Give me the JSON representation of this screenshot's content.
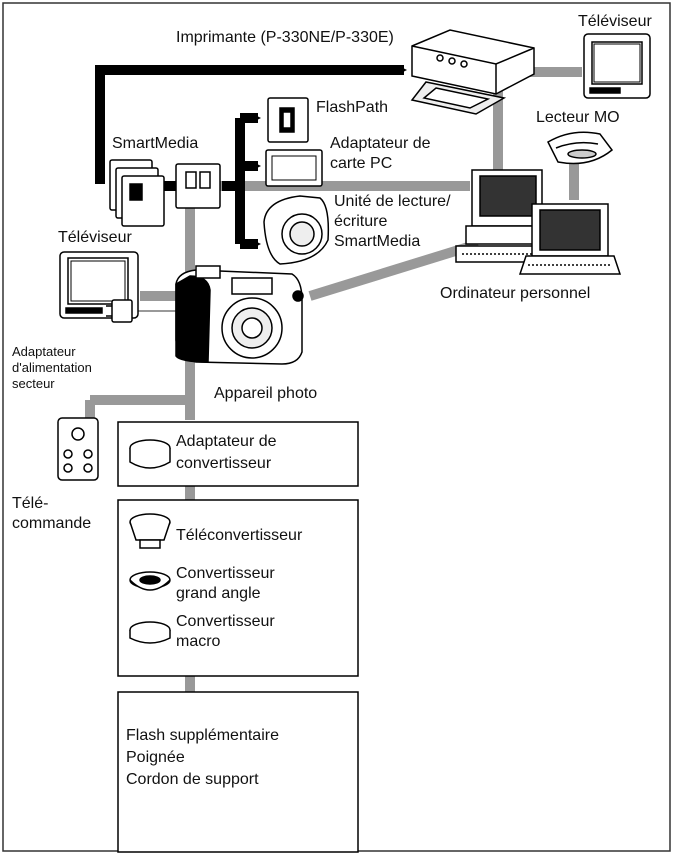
{
  "labels": {
    "printer": "Imprimante (P-330NE/P-330E)",
    "tv_top": "Téléviseur",
    "flashpath": "FlashPath",
    "smartmedia": "SmartMedia",
    "pc_card_1": "Adaptateur de",
    "pc_card_2": "carte PC",
    "mo_reader": "Lecteur MO",
    "rw_unit_1": "Unité de lecture/",
    "rw_unit_2": "écriture",
    "rw_unit_3": "SmartMedia",
    "tv_left": "Téléviseur",
    "personal_computer": "Ordinateur personnel",
    "ac_adapter_1": "Adaptateur",
    "ac_adapter_2": "d'alimentation",
    "ac_adapter_3": "secteur",
    "camera": "Appareil photo",
    "remote_1": "Télé-",
    "remote_2": "commande",
    "converter_adapter_1": "Adaptateur de",
    "converter_adapter_2": "convertisseur",
    "teleconverter": "Téléconvertisseur",
    "wide_1": "Convertisseur",
    "wide_2": "grand angle",
    "macro_1": "Convertisseur",
    "macro_2": "macro",
    "acc_flash": "Flash supplémentaire",
    "acc_grip": "Poignée",
    "acc_strap": "Cordon de support"
  },
  "colors": {
    "connector_gray": "#999999",
    "arrow_black": "#000000",
    "frame": "#333333"
  }
}
